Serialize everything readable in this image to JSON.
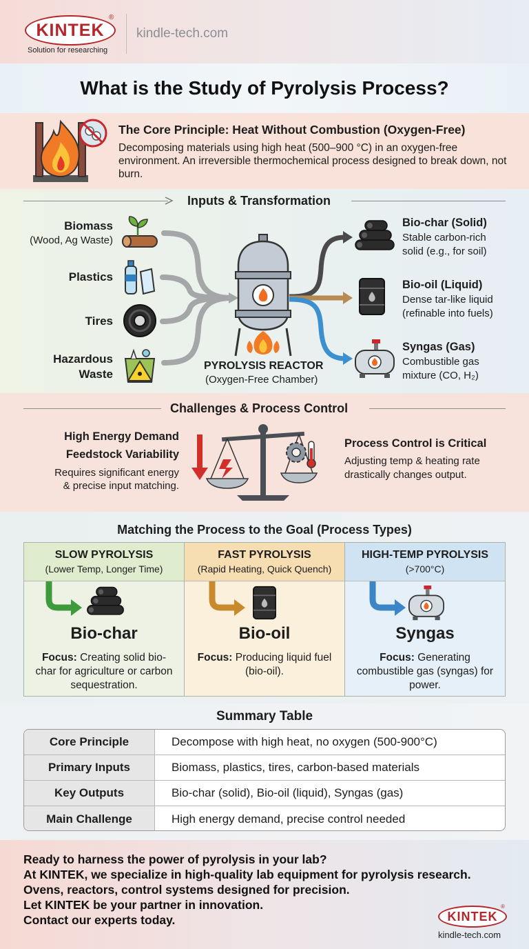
{
  "header": {
    "logo_text": "KINTEK",
    "logo_reg": "®",
    "tagline": "Solution for researching",
    "site": "kindle-tech.com"
  },
  "title": "What is the Study of Pyrolysis Process?",
  "core": {
    "heading": "The Core Principle: Heat Without Combustion (Oxygen-Free)",
    "text": "Decomposing materials using high heat (500–900 °C) in an oxygen-free environment. An irreversible thermochemical process designed to break down, not burn."
  },
  "inputs": {
    "heading": "Inputs & Transformation",
    "items": [
      {
        "label": "Biomass",
        "sub": "(Wood, Ag Waste)"
      },
      {
        "label": "Plastics",
        "sub": ""
      },
      {
        "label": "Tires",
        "sub": ""
      },
      {
        "label": "Hazardous",
        "sub": "Waste"
      }
    ],
    "reactor_label": "PYROLYSIS REACTOR",
    "reactor_sub": "(Oxygen-Free Chamber)",
    "outputs": [
      {
        "title": "Bio-char (Solid)",
        "line1": "Stable carbon-rich",
        "line2": "solid (e.g., for soil)"
      },
      {
        "title": "Bio-oil (Liquid)",
        "line1": "Dense tar-like liquid",
        "line2": "(refinable into fuels)"
      },
      {
        "title": "Syngas (Gas)",
        "line1": "Combustible gas",
        "line2": "mixture (CO, H₂)"
      }
    ]
  },
  "challenges": {
    "heading": "Challenges & Process Control",
    "left_h1": "High Energy Demand",
    "left_h2": "Feedstock Variability",
    "left_t1": "Requires significant energy",
    "left_t2": "& precise input matching.",
    "right_h": "Process Control is Critical",
    "right_t1": "Adjusting temp & heating rate",
    "right_t2": "drastically changes output."
  },
  "types": {
    "heading": "Matching the Process to the Goal (Process Types)",
    "cards": [
      {
        "name": "SLOW PYROLYSIS",
        "sub": "(Lower Temp, Longer Time)",
        "product": "Bio-char",
        "focus_label": "Focus:",
        "focus": "Creating solid bio-char for agriculture or carbon sequestration.",
        "color": "#dfeccd"
      },
      {
        "name": "FAST PYROLYSIS",
        "sub": "(Rapid Heating, Quick Quench)",
        "product": "Bio-oil",
        "focus_label": "Focus:",
        "focus": "Producing liquid fuel (bio-oil).",
        "color": "#f7ddb2"
      },
      {
        "name": "HIGH-TEMP PYROLYSIS",
        "sub": "(>700°C)",
        "product": "Syngas",
        "focus_label": "Focus:",
        "focus": "Generating combustible gas (syngas) for power.",
        "color": "#cfe3f2"
      }
    ]
  },
  "summary": {
    "heading": "Summary Table",
    "rows": [
      {
        "key": "Core Principle",
        "value": "Decompose with high heat, no oxygen (500-900°C)"
      },
      {
        "key": "Primary Inputs",
        "value": "Biomass, plastics, tires, carbon-based materials"
      },
      {
        "key": "Key Outputs",
        "value": "Bio-char (solid), Bio-oil (liquid), Syngas (gas)"
      },
      {
        "key": "Main Challenge",
        "value": "High energy demand, precise control needed"
      }
    ]
  },
  "footer": {
    "lines": [
      "Ready to harness the power of pyrolysis in your lab?",
      "At KINTEK, we specialize in high-quality lab equipment for pyrolysis research.",
      "Ovens, reactors, control systems designed for precision.",
      "Let KINTEK be your partner in innovation.",
      "Contact our experts today."
    ],
    "logo_text": "KINTEK",
    "site": "kindle-tech.com"
  },
  "colors": {
    "brand": "#b3262b",
    "slow": "#3f9a3c",
    "fast": "#c98a2e",
    "high": "#3c86c8"
  }
}
